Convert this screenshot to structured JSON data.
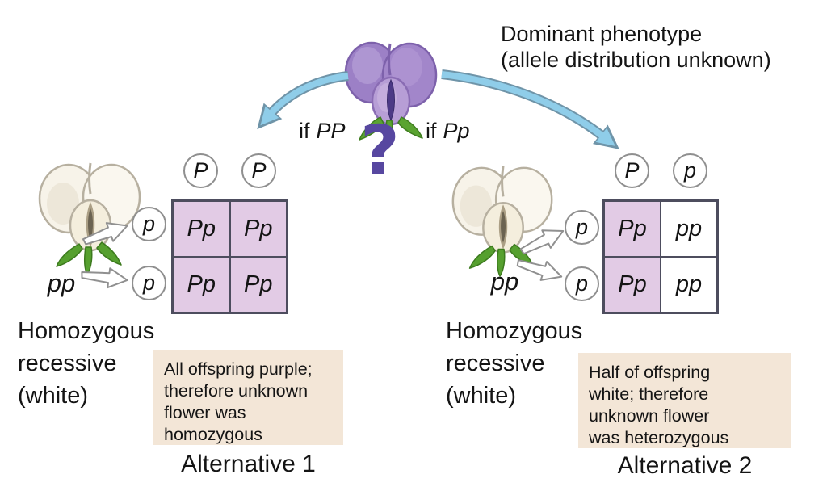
{
  "figure": {
    "heading": {
      "line1": "Dominant phenotype",
      "line2": "(allele distribution unknown)"
    },
    "question_mark": "?",
    "branch_left": {
      "prefix": "if",
      "genotype": "PP"
    },
    "branch_right": {
      "prefix": "if",
      "genotype": "Pp"
    }
  },
  "alt1": {
    "parent_genotype": "pp",
    "parent_lines": [
      "Homozygous",
      "recessive",
      "(white)"
    ],
    "top_gametes": [
      {
        "allele": "P",
        "fill": "#dbc0e0"
      },
      {
        "allele": "P",
        "fill": "#dbc0e0"
      }
    ],
    "side_gametes": [
      {
        "allele": "p",
        "fill": "#ffffff"
      },
      {
        "allele": "p",
        "fill": "#ffffff"
      }
    ],
    "cells": [
      {
        "genotype": "Pp",
        "fill": "#e2cbe5"
      },
      {
        "genotype": "Pp",
        "fill": "#e2cbe5"
      },
      {
        "genotype": "Pp",
        "fill": "#e2cbe5"
      },
      {
        "genotype": "Pp",
        "fill": "#e2cbe5"
      }
    ],
    "conclusion_lines": [
      "All offspring purple;",
      "therefore unknown",
      "flower was",
      "homozygous"
    ],
    "caption": "Alternative 1"
  },
  "alt2": {
    "parent_genotype": "pp",
    "parent_lines": [
      "Homozygous",
      "recessive",
      "(white)"
    ],
    "top_gametes": [
      {
        "allele": "P",
        "fill": "#dbc0e0"
      },
      {
        "allele": "p",
        "fill": "#ffffff"
      }
    ],
    "side_gametes": [
      {
        "allele": "p",
        "fill": "#ffffff"
      },
      {
        "allele": "p",
        "fill": "#ffffff"
      }
    ],
    "cells": [
      {
        "genotype": "Pp",
        "fill": "#e2cbe5"
      },
      {
        "genotype": "pp",
        "fill": "#ffffff"
      },
      {
        "genotype": "Pp",
        "fill": "#e2cbe5"
      },
      {
        "genotype": "pp",
        "fill": "#ffffff"
      }
    ],
    "conclusion_lines": [
      "Half of offspring",
      "white; therefore",
      "unknown flower",
      "was heterozygous"
    ],
    "caption": "Alternative 2"
  },
  "colors": {
    "punnett_cell_purple": "#e2cbe5",
    "punnett_cell_white": "#ffffff",
    "gamete_purple": "#dbc0e0",
    "arrow_blue_fill": "#8fcde9",
    "arrow_blue_edge": "#6f94a8",
    "conclusion_box_beige": "#f3e6d7",
    "question_mark_purple": "#5747a0",
    "grid_border": "#4d4d5e",
    "flower_purple": "#9c80c6",
    "flower_white": "#f7f3e9"
  }
}
